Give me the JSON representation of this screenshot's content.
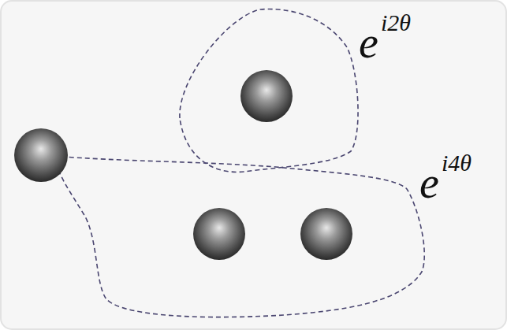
{
  "diagram": {
    "labels": [
      "e",
      "i2θ",
      "e",
      "i4θ"
    ]
  }
}
